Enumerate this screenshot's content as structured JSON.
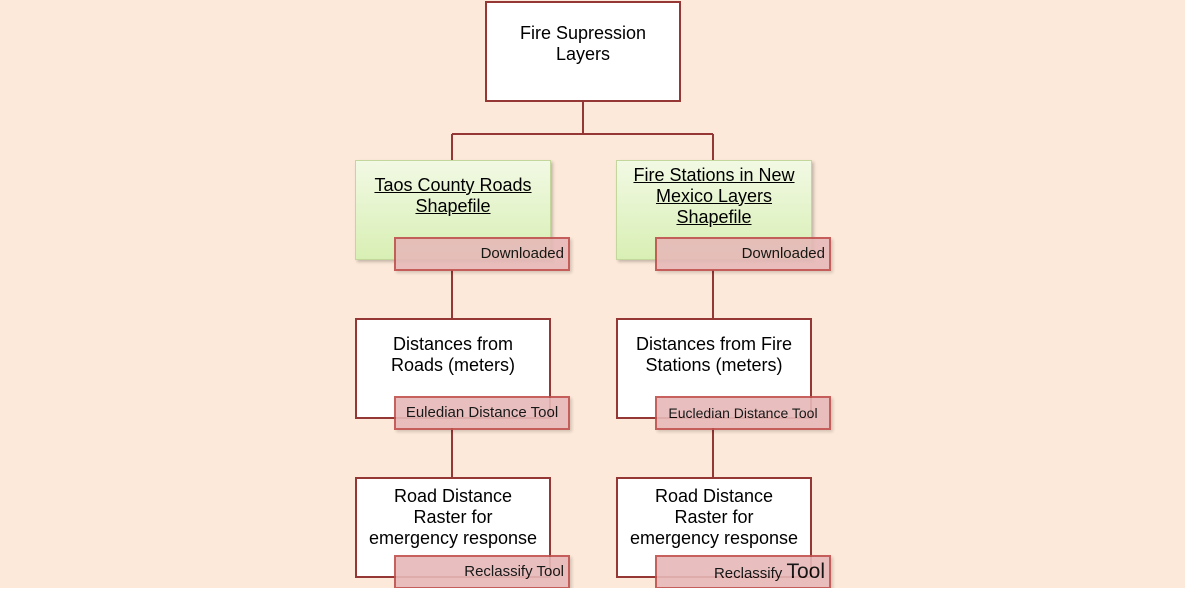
{
  "diagram": {
    "root": {
      "label": "Fire Supression\nLayers"
    },
    "branches": [
      {
        "source": {
          "label": "Taos County Roads\nShapefile",
          "tag": "Downloaded"
        },
        "step": {
          "label": "Distances from\nRoads (meters)",
          "tag": "Euledian Distance Tool"
        },
        "raster": {
          "label": "Road Distance\nRaster for\nemergency response",
          "tag": "Reclassify Tool"
        }
      },
      {
        "source": {
          "label": "Fire Stations in New\nMexico Layers\nShapefile",
          "tag": "Downloaded"
        },
        "step": {
          "label": "Distances from Fire\nStations (meters)",
          "tag": "Eucledian Distance Tool"
        },
        "raster": {
          "label": "Road Distance\nRaster for\nemergency response",
          "tag_prefix": "Reclassify ",
          "tag_suffix": "Tool"
        }
      }
    ]
  },
  "colors": {
    "background": "#fde9d9",
    "node_border": "#953735",
    "connector": "#953735",
    "source_fill": "#d8efb4",
    "tag_fill": "#e6b9b8",
    "tag_border": "#c0504d"
  }
}
